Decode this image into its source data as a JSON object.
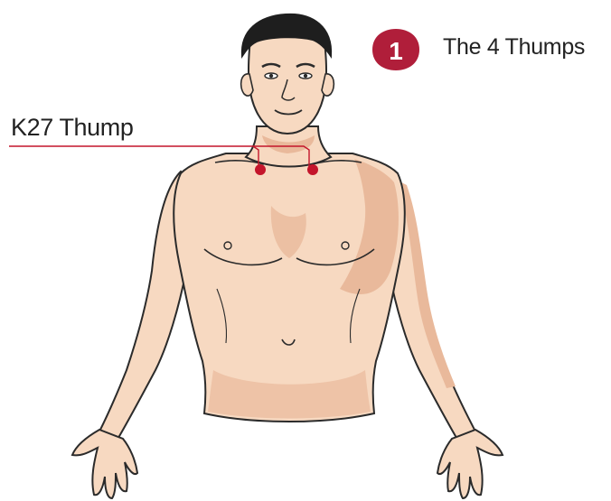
{
  "badge": {
    "number": "1",
    "color": "#b01e3a"
  },
  "title": "The 4 Thumps",
  "point_label": "K27 Thump",
  "colors": {
    "skin": "#f7d9c1",
    "skin_shadow": "#e9b99b",
    "outline": "#2b2b2b",
    "hair": "#1e1e1e",
    "marker": "#c4152b",
    "leader_line": "#c4152b"
  }
}
